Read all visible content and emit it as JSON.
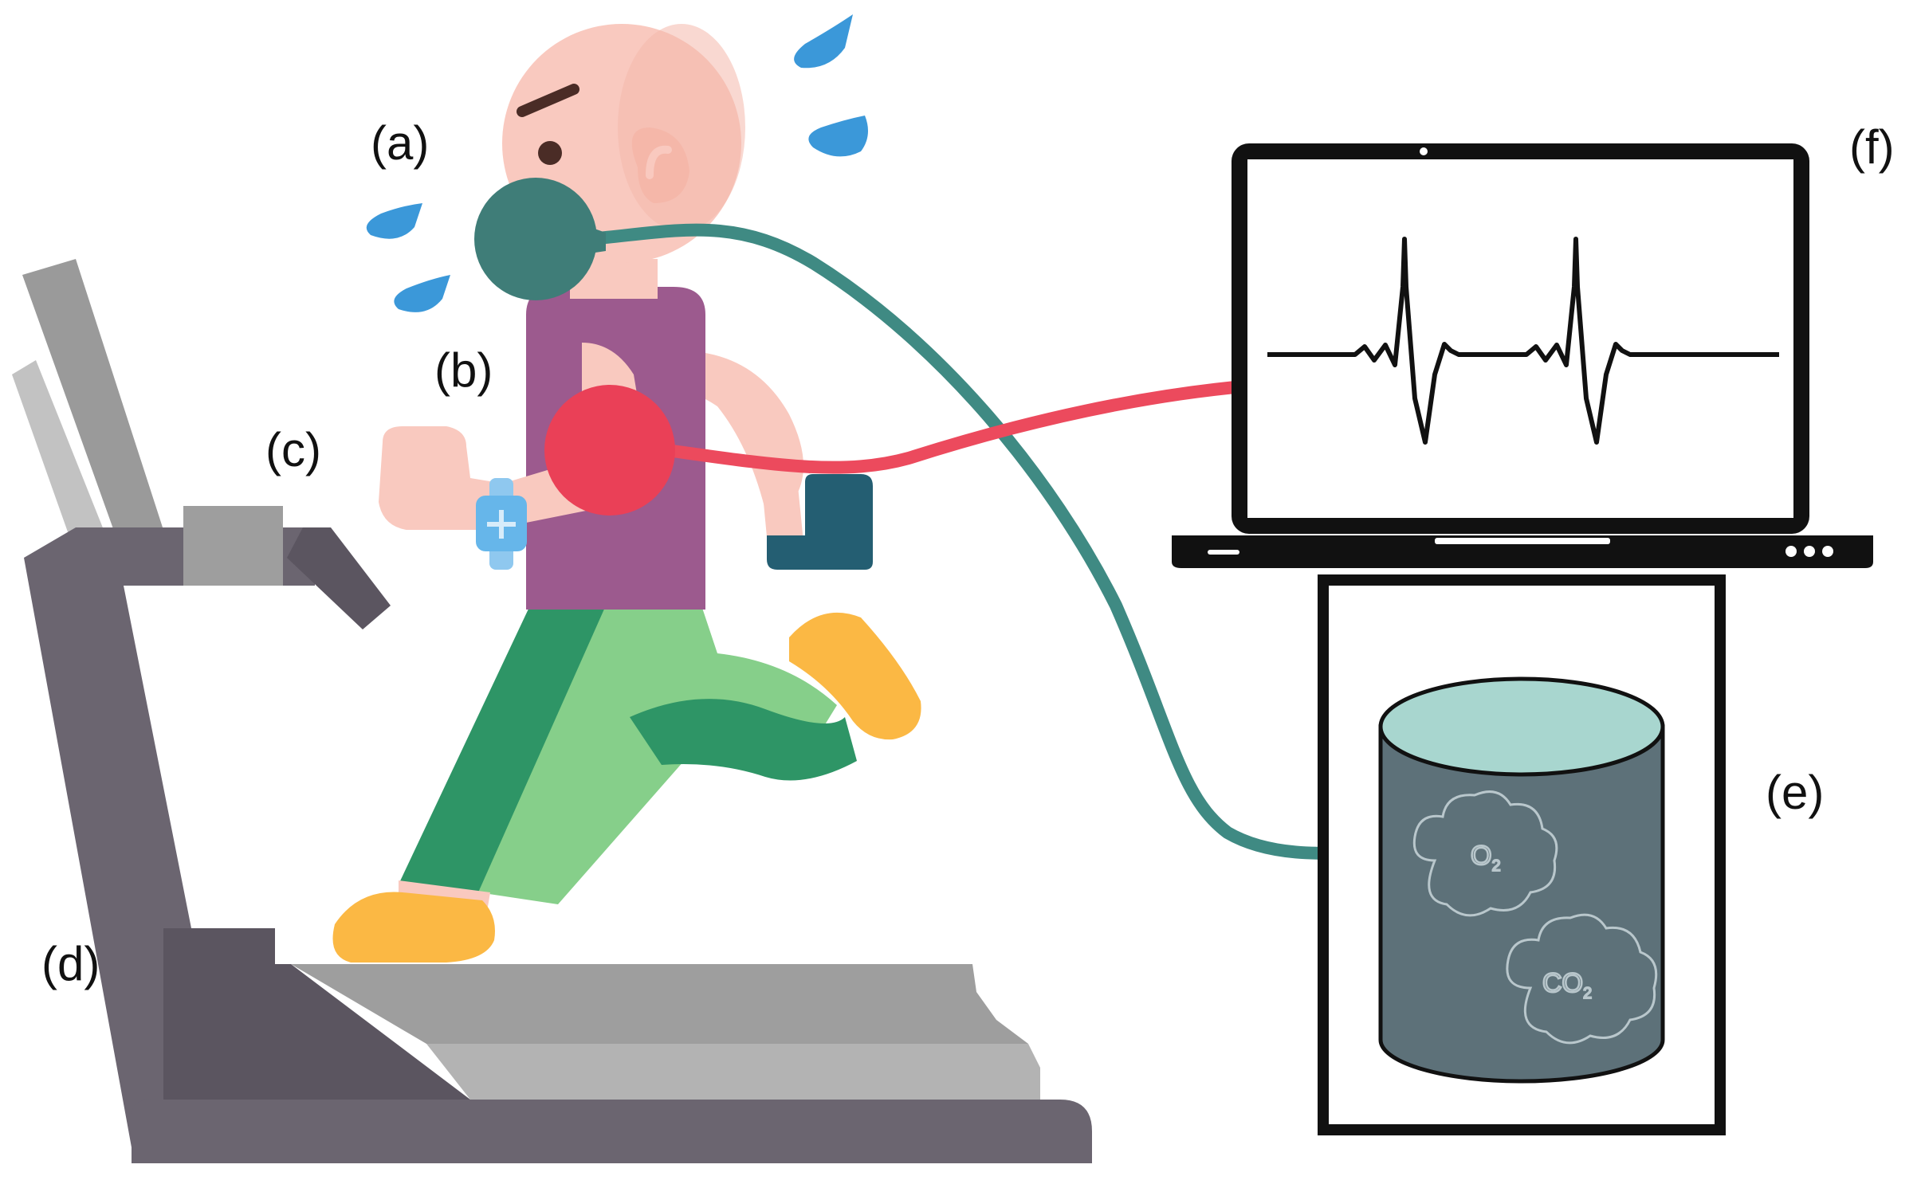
{
  "labels": {
    "a": "(a)",
    "b": "(b)",
    "c": "(c)",
    "d": "(d)",
    "e": "(e)",
    "f": "(f)"
  },
  "gases": {
    "oxygen": "O",
    "oxygen_sub": "2",
    "carbon_dioxide": "CO",
    "carbon_dioxide_sub": "2"
  },
  "colors": {
    "treadmill_dark": "#6b6570",
    "treadmill_light": "#9a9a9a",
    "skin": "#f9c9bf",
    "shirt": "#9c5a8e",
    "pants_dark": "#2e9566",
    "pants_light": "#86cf8a",
    "shoes": "#fbb844",
    "mask": "#3f7d78",
    "gas_tube": "#3f8a83",
    "ecg_cable": "#ec4a5d",
    "heart_sensor": "#ea4057",
    "sweat": "#3b98d9",
    "cylinder_body": "#5d7179",
    "cylinder_top": "#a8d6cf",
    "laptop": "#111111"
  }
}
